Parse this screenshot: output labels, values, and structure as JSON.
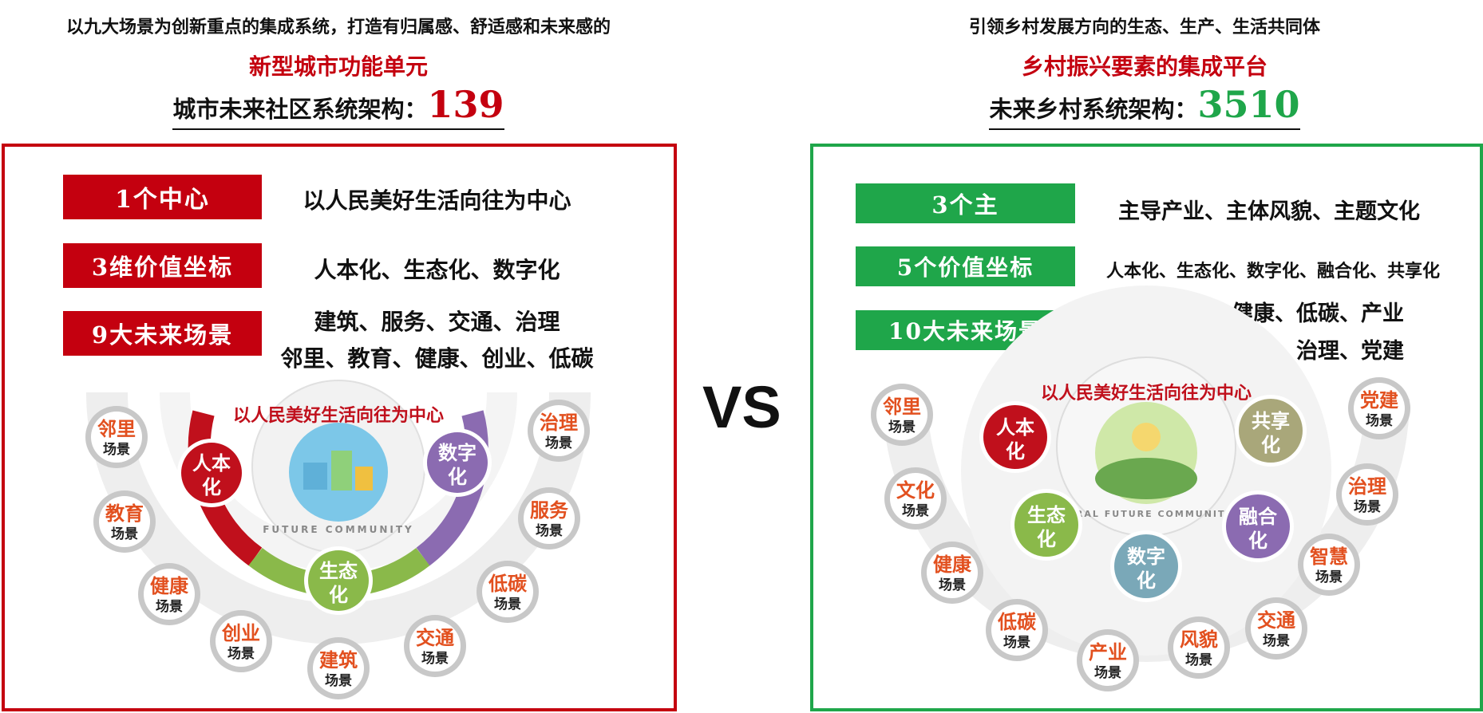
{
  "left": {
    "subtitle": "以九大场景为创新重点的集成系统，打造有归属感、舒适感和未来感的",
    "headline": "新型城市功能单元",
    "arch_label": "城市未来社区系统架构：",
    "arch_number": "139",
    "accent": "#c4000f",
    "rows": [
      {
        "tag": "1个中心",
        "lines": [
          "以人民美好生活向往为中心"
        ]
      },
      {
        "tag": "3维价值坐标",
        "lines": [
          "人本化、生态化、数字化"
        ]
      },
      {
        "tag": "9大未来场景",
        "lines": [
          "建筑、服务、交通、治理",
          "邻里、教育、健康、创业、低碳"
        ]
      }
    ],
    "center_text": "以人民美好生活向往为中心",
    "center_ring_text": "FUTURE COMMUNITY",
    "values": [
      {
        "label": "人本化",
        "color": "#c0101c"
      },
      {
        "label": "数字化",
        "color": "#8b6bb1"
      },
      {
        "label": "生态化",
        "color": "#8ab94a"
      }
    ],
    "scenes": [
      "邻里",
      "教育",
      "健康",
      "创业",
      "建筑",
      "交通",
      "低碳",
      "服务",
      "治理"
    ],
    "scene_suffix": "场景"
  },
  "vs_label": "VS",
  "right": {
    "subtitle": "引领乡村发展方向的生态、生产、生活共同体",
    "headline": "乡村振兴要素的集成平台",
    "arch_label": "未来乡村系统架构：",
    "arch_number": "3510",
    "accent": "#1fa64a",
    "rows": [
      {
        "tag": "3个主",
        "lines": [
          "主导产业、主体风貌、主题文化"
        ]
      },
      {
        "tag": "5个价值坐标",
        "lines": [
          "人本化、生态化、数字化、融合化、共享化"
        ]
      },
      {
        "tag": "10大未来场景",
        "lines": [
          "邻里、文化、健康、低碳、产业",
          "风貌、交通、智慧、治理、党建"
        ]
      }
    ],
    "center_text": "以人民美好生活向往为中心",
    "center_ring_text": "RURAL FUTURE COMMUNITY",
    "values": [
      {
        "label": "人本化",
        "color": "#c0101c"
      },
      {
        "label": "共享化",
        "color": "#a9a77a"
      },
      {
        "label": "融合化",
        "color": "#8b6bb1"
      },
      {
        "label": "数字化",
        "color": "#7aa8b8"
      },
      {
        "label": "生态化",
        "color": "#8ab94a"
      }
    ],
    "scenes": [
      "邻里",
      "文化",
      "健康",
      "低碳",
      "产业",
      "风貌",
      "交通",
      "智慧",
      "治理",
      "党建"
    ],
    "scene_suffix": "场景"
  }
}
